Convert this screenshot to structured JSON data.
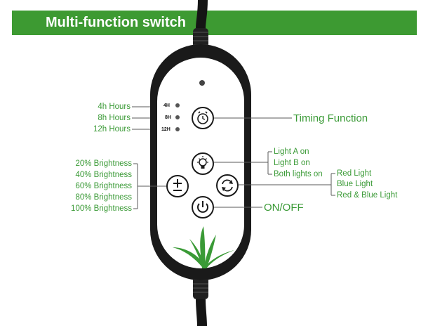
{
  "title": "Multi-function switch",
  "timer_ticks": [
    "4H",
    "8H",
    "12H"
  ],
  "hours": [
    "4h Hours",
    "8h Hours",
    "12h Hours"
  ],
  "brightness": [
    "20% Brightness",
    "40% Brightness",
    "60% Brightness",
    "80% Brightness",
    "100% Brightness"
  ],
  "timing_label": "Timing Function",
  "light_modes": [
    "Light A on",
    "Light B on",
    "Both lights on"
  ],
  "color_modes": [
    "Red Light",
    "Blue Light",
    "Red & Blue Light"
  ],
  "power_label": "ON/OFF",
  "colors": {
    "accent": "#3d9a32",
    "label": "#3a9a36",
    "body": "#1a1a1a",
    "face": "#ffffff"
  }
}
